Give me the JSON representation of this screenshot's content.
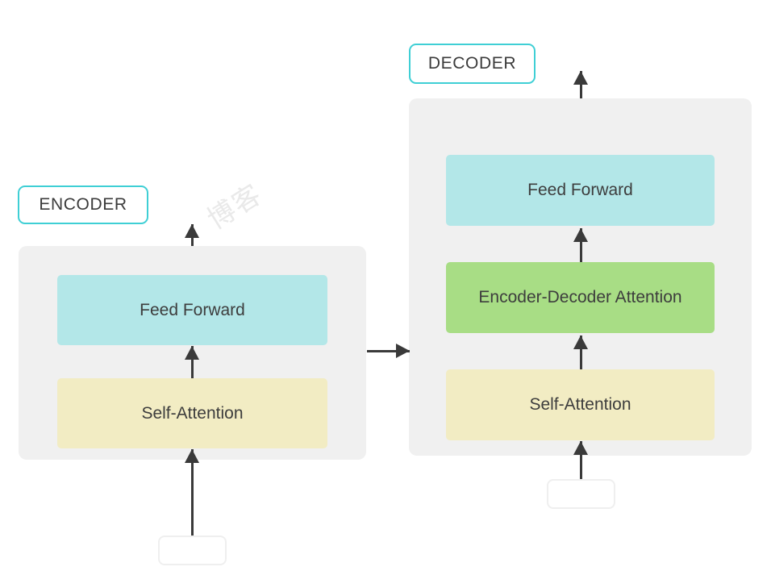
{
  "diagram": {
    "title": "Transformer encoder-decoder block diagram",
    "background": "#ffffff",
    "watermark_text": "博客"
  },
  "colors": {
    "pill_border": "#3fcfd5",
    "panel_bg": "#f0f0f0",
    "feed_forward": "#b3e7e8",
    "self_attention": "#f2ecc3",
    "encoder_decoder_attention": "#a8dd85",
    "arrow": "#3a3a3a",
    "stub_border": "#efefef",
    "text": "#3d3d3d"
  },
  "encoder": {
    "pill_label": "ENCODER",
    "blocks": [
      {
        "label": "Feed Forward",
        "color_key": "feed_forward"
      },
      {
        "label": "Self-Attention",
        "color_key": "self_attention"
      }
    ],
    "input_stub_label": "",
    "output_arrow_label": ""
  },
  "decoder": {
    "pill_label": "DECODER",
    "blocks": [
      {
        "label": "Feed Forward",
        "color_key": "feed_forward"
      },
      {
        "label": "Encoder-Decoder Attention",
        "color_key": "encoder_decoder_attention"
      },
      {
        "label": "Self-Attention",
        "color_key": "self_attention"
      }
    ],
    "input_stub_label": "",
    "output_arrow_label": ""
  },
  "connections": {
    "encoder_to_decoder_label": "",
    "arrow_icon": "arrow-right-icon",
    "up_arrow_icon": "arrow-up-icon"
  }
}
